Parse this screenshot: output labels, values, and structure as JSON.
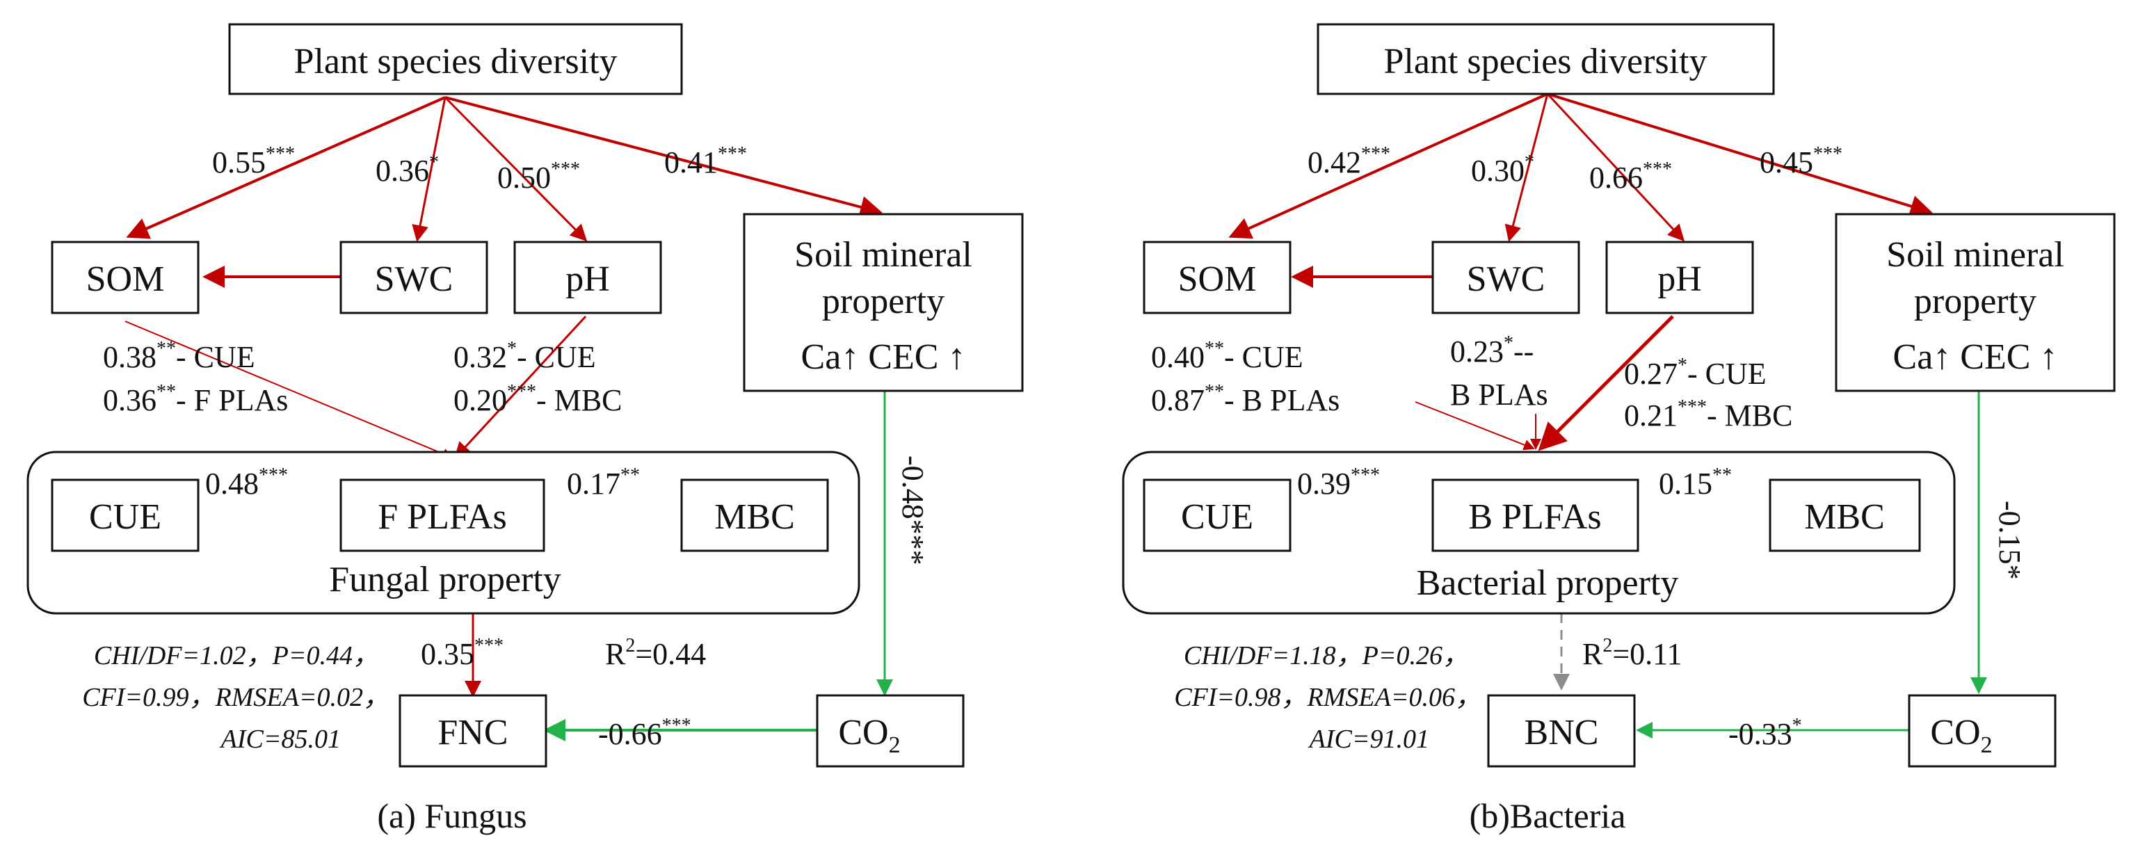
{
  "panel_a": {
    "title": "Plant species diversity",
    "boxes": {
      "som": "SOM",
      "swc": "SWC",
      "ph": "pH",
      "mineral_line1": "Soil mineral",
      "mineral_line2": "property",
      "mineral_line3": "Ca↑  CEC ↑",
      "cue": "CUE",
      "plfa": "F PLFAs",
      "mbc": "MBC",
      "group_label": "Fungal property",
      "nc": "FNC",
      "co2": "CO",
      "co2_sub": "2"
    },
    "coefs": {
      "psd_som": "0.55",
      "psd_som_sig": "***",
      "psd_swc": "0.36",
      "psd_swc_sig": "*",
      "psd_ph": "0.50",
      "psd_ph_sig": "***",
      "psd_min": "0.41",
      "psd_min_sig": "***",
      "som1": "0.38",
      "som1_sig": "**",
      "som1_tail": "- CUE",
      "som2": "0.36",
      "som2_sig": "**",
      "som2_tail": "- F PLAs",
      "ph1": "0.32",
      "ph1_sig": "*",
      "ph1_tail": "- CUE",
      "ph2": "0.20",
      "ph2_sig": "***",
      "ph2_tail": "- MBC",
      "cue_plfa": "0.48",
      "cue_plfa_sig": "***",
      "mbc_plfa": "0.17",
      "mbc_plfa_sig": "**",
      "min_co2": "-0.48***",
      "group_nc": "0.35",
      "group_nc_sig": "***",
      "co2_nc": "-0.66",
      "co2_nc_sig": "***",
      "r2": "R",
      "r2_sup": "2",
      "r2_val": "=0.44"
    },
    "fit": {
      "line1": "CHI/DF=1.02，P=0.44，",
      "line2": "CFI=0.99，RMSEA=0.02，",
      "line3": "AIC=85.01"
    },
    "caption": "(a) Fungus"
  },
  "panel_b": {
    "title": "Plant species diversity",
    "boxes": {
      "som": "SOM",
      "swc": "SWC",
      "ph": "pH",
      "mineral_line1": "Soil mineral",
      "mineral_line2": "property",
      "mineral_line3": "Ca↑  CEC ↑",
      "cue": "CUE",
      "plfa": "B PLFAs",
      "mbc": "MBC",
      "group_label": "Bacterial property",
      "nc": "BNC",
      "co2": "CO",
      "co2_sub": "2"
    },
    "coefs": {
      "psd_som": "0.42",
      "psd_som_sig": "***",
      "psd_swc": "0.30",
      "psd_swc_sig": "*",
      "psd_ph": "0.66",
      "psd_ph_sig": "***",
      "psd_min": "0.45",
      "psd_min_sig": "***",
      "som1": "0.40",
      "som1_sig": "**",
      "som1_tail": "- CUE",
      "som2": "0.87",
      "som2_sig": "**",
      "som2_tail": "- B PLAs",
      "swc1": "0.23",
      "swc1_sig": "*",
      "swc1_tail": "--",
      "swc2": "B PLAs",
      "ph1": "0.27",
      "ph1_sig": "*",
      "ph1_tail": "- CUE",
      "ph2": "0.21",
      "ph2_sig": "***",
      "ph2_tail": "- MBC",
      "cue_plfa": "0.39",
      "cue_plfa_sig": "***",
      "mbc_plfa": "0.15",
      "mbc_plfa_sig": "**",
      "min_co2": "-0.15*",
      "r2": "R",
      "r2_sup": "2",
      "r2_val": "=0.11",
      "co2_nc": "-0.33",
      "co2_nc_sig": "*"
    },
    "fit": {
      "line1": "CHI/DF=1.18，P=0.26，",
      "line2": "CFI=0.98，RMSEA=0.06，",
      "line3": "AIC=91.01"
    },
    "caption": "(b)Bacteria"
  },
  "colors": {
    "positive_path": "#c00000",
    "negative_path": "#22b24c",
    "nonsignificant_path": "#8c8c8c"
  }
}
